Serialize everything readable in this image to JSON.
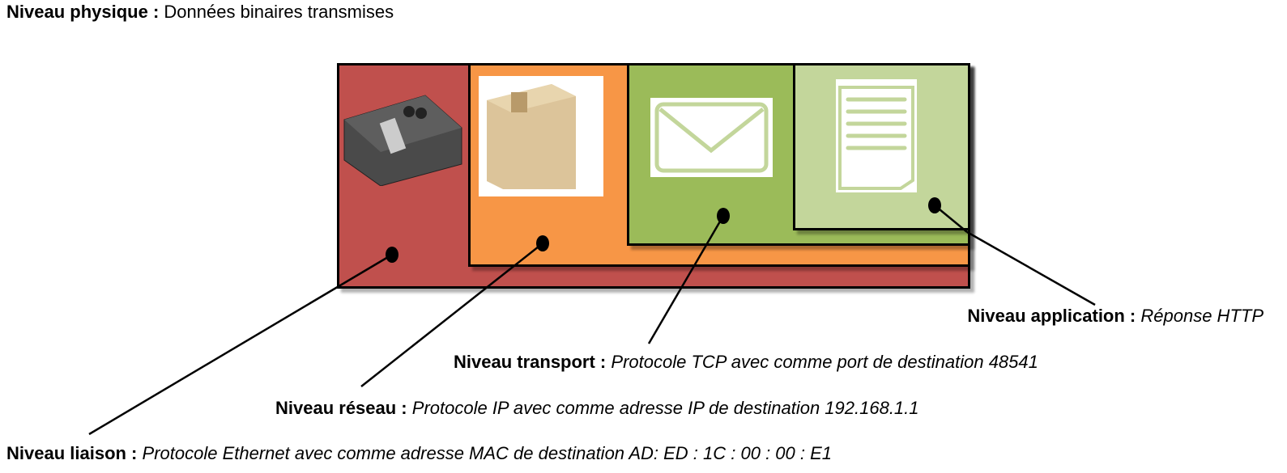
{
  "layers": {
    "physical": {
      "name": "Niveau physique :",
      "desc": "Données binaires transmises"
    },
    "application": {
      "name": "Niveau application :",
      "desc": "Réponse HTTP"
    },
    "transport": {
      "name": "Niveau transport :",
      "desc": "Protocole TCP avec  comme port de destination 48541"
    },
    "network": {
      "name": "Niveau réseau :",
      "desc": "Protocole IP avec comme adresse IP de destination 192.168.1.1"
    },
    "link": {
      "name": "Niveau liaison :",
      "desc": "Protocole Ethernet avec comme adresse MAC de destination AD: ED : 1C : 00 : 00 : E1"
    }
  },
  "colors": {
    "link": "#c0504d",
    "network": "#f79646",
    "transport": "#9bbb59",
    "application": "#c3d69b"
  },
  "icons": [
    "suitcase-icon",
    "cardboard-box-icon",
    "envelope-icon",
    "document-icon"
  ]
}
